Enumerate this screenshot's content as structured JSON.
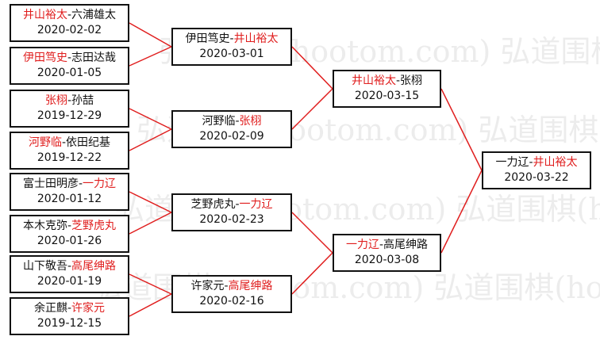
{
  "watermark": [
    "弘道围棋(hootom.com) 弘道围棋(hootom.com) 弘道",
    "弘道围棋(hootom.com) 弘道围棋(hootom.com) 弘道",
    "弘道围棋(hootom.com) 弘道围棋(hootom.com) 弘道",
    "弘道围棋(hootom.com) 弘道围棋(hootom.com) 弘道"
  ],
  "colors": {
    "winner": "#e01e1e",
    "text": "#111111",
    "line": "#e01e1e"
  },
  "round1": [
    {
      "p1": "井山裕太",
      "p2": "六浦雄太",
      "winner": 1,
      "date": "2020-02-02"
    },
    {
      "p1": "伊田笃史",
      "p2": "志田达哉",
      "winner": 1,
      "date": "2020-01-05"
    },
    {
      "p1": "张栩",
      "p2": "孙喆",
      "winner": 1,
      "date": "2019-12-29"
    },
    {
      "p1": "河野临",
      "p2": "依田纪基",
      "winner": 1,
      "date": "2019-12-22"
    },
    {
      "p1": "富士田明彦",
      "p2": "一力辽",
      "winner": 2,
      "date": "2020-01-12"
    },
    {
      "p1": "本木克弥",
      "p2": "芝野虎丸",
      "winner": 2,
      "date": "2020-01-26"
    },
    {
      "p1": "山下敬吾",
      "p2": "高尾绅路",
      "winner": 2,
      "date": "2020-01-19"
    },
    {
      "p1": "余正麒",
      "p2": "许家元",
      "winner": 2,
      "date": "2019-12-15"
    }
  ],
  "round2": [
    {
      "p1": "伊田笃史",
      "p2": "井山裕太",
      "winner": 2,
      "date": "2020-03-01"
    },
    {
      "p1": "河野临",
      "p2": "张栩",
      "winner": 2,
      "date": "2020-02-09"
    },
    {
      "p1": "芝野虎丸",
      "p2": "一力辽",
      "winner": 2,
      "date": "2020-02-23"
    },
    {
      "p1": "许家元",
      "p2": "高尾绅路",
      "winner": 2,
      "date": "2020-02-16"
    }
  ],
  "round3": [
    {
      "p1": "井山裕太",
      "p2": "张栩",
      "winner": 1,
      "date": "2020-03-15"
    },
    {
      "p1": "一力辽",
      "p2": "高尾绅路",
      "winner": 1,
      "date": "2020-03-08"
    }
  ],
  "final": [
    {
      "p1": "一力辽",
      "p2": "井山裕太",
      "winner": 2,
      "date": "2020-03-22"
    }
  ]
}
